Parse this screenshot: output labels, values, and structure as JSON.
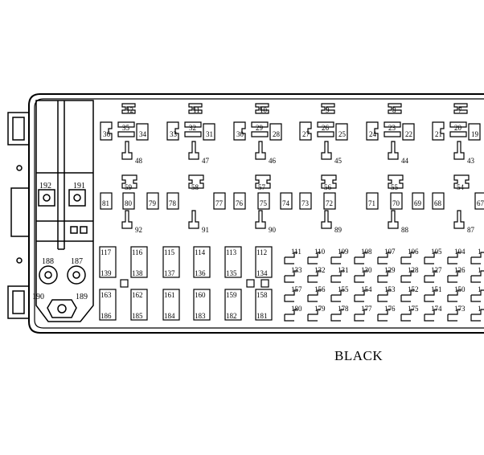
{
  "caption": "BLACK",
  "relay_numbers": [
    "192",
    "191",
    "188",
    "187",
    "190",
    "189"
  ],
  "top_clip_labels": [
    "12",
    "11",
    "10",
    "9",
    "8",
    "7"
  ],
  "upper_row_labels": [
    [
      "36",
      "35",
      "34",
      "33",
      "32",
      "31"
    ],
    [
      "30",
      "29",
      "28",
      "27",
      "26",
      "25"
    ],
    [
      "24",
      "23",
      "22",
      "21",
      "20",
      "19"
    ]
  ],
  "upper_stem_labels": [
    "48",
    "47",
    "46",
    "45",
    "44",
    "43"
  ],
  "middle_clip_labels": [
    "59",
    "58",
    "57",
    "56",
    "55",
    "54"
  ],
  "middle_row_labels": [
    "81",
    "80",
    "79",
    "78",
    "77",
    "76",
    "75",
    "74",
    "73",
    "72",
    "71",
    "70",
    "69",
    "68",
    "67"
  ],
  "lower_stem_labels": [
    "92",
    "91",
    "90",
    "89",
    "88",
    "87"
  ],
  "fuse_top_pairs": [
    [
      "117",
      "139"
    ],
    [
      "116",
      "138"
    ],
    [
      "115",
      "137"
    ],
    [
      "114",
      "136"
    ],
    [
      "113",
      "135"
    ],
    [
      "112",
      "134"
    ]
  ],
  "fuse_bottom_pairs": [
    [
      "163",
      "186"
    ],
    [
      "162",
      "185"
    ],
    [
      "161",
      "184"
    ],
    [
      "160",
      "183"
    ],
    [
      "159",
      "182"
    ],
    [
      "158",
      "181"
    ]
  ],
  "mini_row1": [
    "111",
    "110",
    "109",
    "108",
    "107",
    "106",
    "105",
    "104",
    "1"
  ],
  "mini_row2": [
    "133",
    "132",
    "131",
    "130",
    "129",
    "128",
    "127",
    "126",
    "1"
  ],
  "mini_row3": [
    "157",
    "156",
    "155",
    "154",
    "153",
    "152",
    "151",
    "150",
    "1"
  ],
  "mini_row4": [
    "180",
    "179",
    "178",
    "177",
    "176",
    "175",
    "174",
    "173",
    "1"
  ]
}
